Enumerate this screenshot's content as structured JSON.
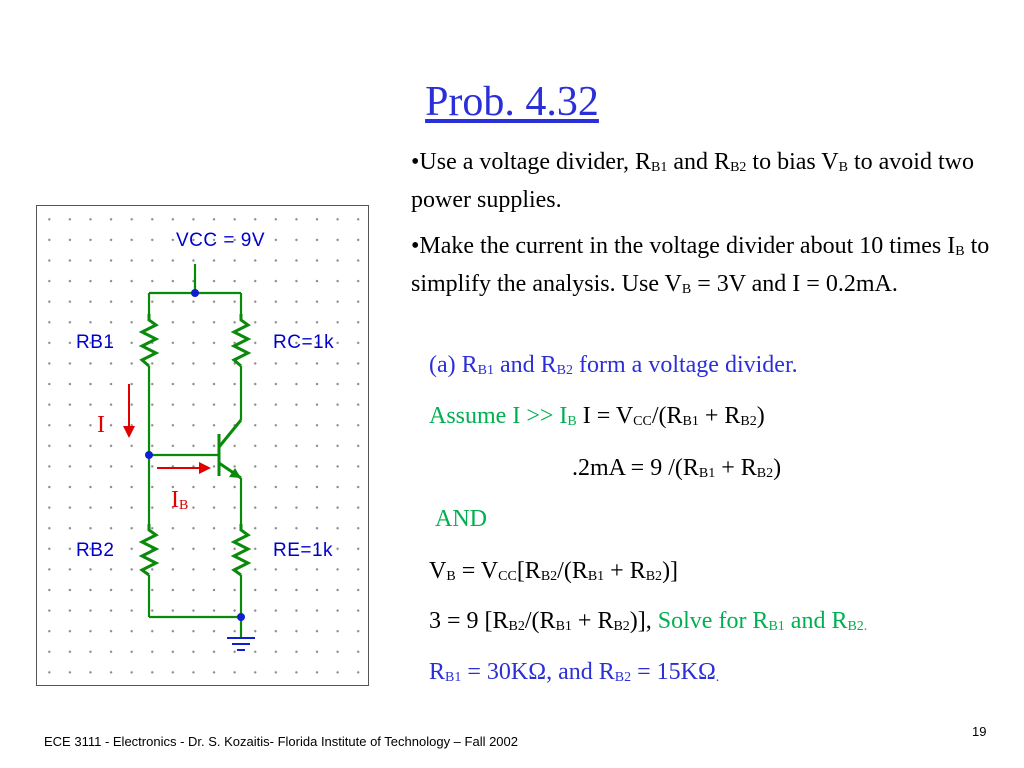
{
  "title": "Prob. 4.32",
  "bullet1": {
    "p1": "•Use a voltage divider, R",
    "s1": "B1",
    "p2": " and R",
    "s2": "B2",
    "p3": " to bias V",
    "s3": "B",
    "p4": " to avoid two power supplies."
  },
  "bullet2": {
    "p1": "•Make the current in the voltage divider about 10 times I",
    "s1": "B",
    "p2": " to simplify the analysis. Use V",
    "s2": "B",
    "p3": " = 3V and I = 0.2mA."
  },
  "line_a": {
    "p1": "(a) R",
    "s1": "B1",
    "p2": " and R",
    "s2": "B2",
    "p3": " form a voltage divider."
  },
  "line_assume": {
    "p1": "Assume I >> I",
    "s1": "B",
    "p2": "  I = V",
    "s2": "CC",
    "p3": "/(R",
    "s3": "B1",
    "p4": " + R",
    "s4": "B2",
    "p5": ")"
  },
  "line_ma": {
    "p1": ".2mA = 9 /(R",
    "s1": "B1",
    "p2": " + R",
    "s2": "B2",
    "p3": ")"
  },
  "line_and": "AND",
  "line_vb": {
    "p1": "V",
    "s1": "B",
    "p2": " = V",
    "s2": "CC",
    "p3": "[R",
    "s3": "B2",
    "p4": "/(R",
    "s4": "B1",
    "p5": " + R",
    "s5": "B2",
    "p6": ")]"
  },
  "line_solve": {
    "p1": "3 = 9 [R",
    "s1": "B2",
    "p2": "/(R",
    "s2": "B1",
    "p3": " + R",
    "s3": "B2",
    "p4": ")], ",
    "g1": "Solve for R",
    "gs1": "B1",
    "g2": " and R",
    "gs2": "B2."
  },
  "line_result": {
    "p1": "R",
    "s1": "B1",
    "p2": " = 30KΩ, and R",
    "s2": "B2",
    "p3": " = 15KΩ",
    "s3": "."
  },
  "circuit": {
    "vcc_label": "VCC = 9V",
    "rb1_label": "RB1",
    "rc_label": "RC=1k",
    "rb2_label": "RB2",
    "re_label": "RE=1k",
    "current_i": "I",
    "current_ib": "I",
    "current_ib_sub": "B"
  },
  "footer": "ECE 3111 - Electronics - Dr. S. Kozaitis- Florida Institute of Technology – Fall 2002",
  "page_number": "19",
  "colors": {
    "title_blue": "#2b2fd8",
    "green": "#00b050",
    "red": "#e00000",
    "wire_green": "#0a8a0a",
    "resistor_blue": "#0000cc"
  }
}
